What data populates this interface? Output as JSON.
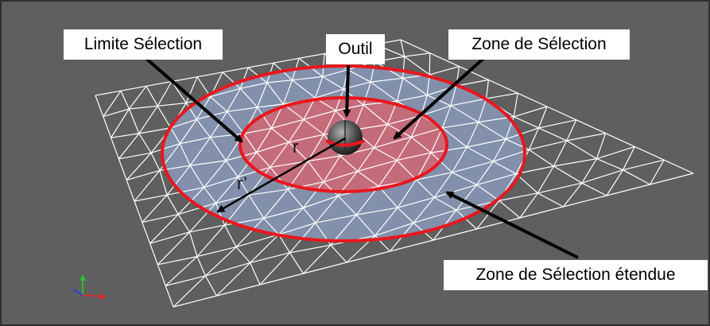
{
  "labels": {
    "limit": "Limite Sélection",
    "tool": "Outil",
    "zone": "Zone de Sélection",
    "extended": "Zone de Sélection étendue",
    "r": "r",
    "r_prime": "r’"
  },
  "colors": {
    "background": "#5f5f5f",
    "mesh": "#ffffff",
    "extended_zone": "#8696b4",
    "selection_zone": "#c86a78",
    "boundary": "#e8171c",
    "arrow": "#000000",
    "label_box": "#ffffff"
  },
  "mesh": {
    "rows": 10,
    "cols": 12
  },
  "icons": [
    "axis-triad-icon",
    "tool-sphere-icon"
  ]
}
